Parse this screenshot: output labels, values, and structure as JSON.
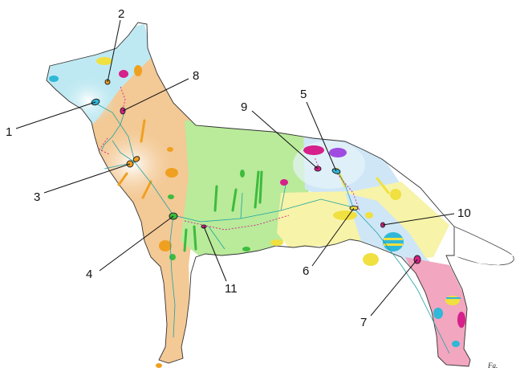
{
  "diagram": {
    "callouts": [
      {
        "label": "1"
      },
      {
        "label": "2"
      },
      {
        "label": "3"
      },
      {
        "label": "4"
      },
      {
        "label": "5"
      },
      {
        "label": "6"
      },
      {
        "label": "7"
      },
      {
        "label": "8"
      },
      {
        "label": "9"
      },
      {
        "label": "10"
      },
      {
        "label": "11"
      }
    ],
    "signature": "Fa."
  },
  "colors": {
    "head_region": "#bfe9f2",
    "neck_region": "#f3c995",
    "thorax_region": "#b9eb9a",
    "abdomen_region": "#cfe6f6",
    "pelvis_region": "#f7f3a8",
    "hind_leg_region": "#f2a6bf",
    "outline": "#222222",
    "lymph_vessels": "#1fa3a3",
    "node_orange": "#f0a020",
    "node_magenta": "#d6208a",
    "node_cyan": "#2fb8d8",
    "node_yellow": "#f0e040",
    "node_green": "#3dbb3d"
  }
}
